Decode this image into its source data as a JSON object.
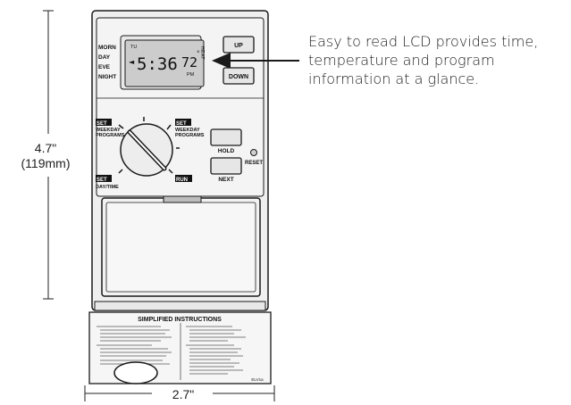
{
  "callout": {
    "line1": "Easy to read LCD provides time,",
    "line2": "temperature and program",
    "line3": "information at a glance."
  },
  "dimensions": {
    "height_label": "4.7\"",
    "height_metric": "(119mm)",
    "width_label": "2.7\""
  },
  "lcd": {
    "day_indicator": "TU",
    "time": "5:36",
    "temp": "72",
    "degree": "°",
    "ampm": "PM",
    "mode_vertical": "HEAT",
    "arrow_glyph": "◄"
  },
  "periods": [
    "MORN",
    "DAY",
    "EVE",
    "NIGHT"
  ],
  "buttons": {
    "up": "UP",
    "down": "DOWN",
    "hold": "HOLD",
    "next": "NEXT",
    "reset": "RESET"
  },
  "dial": {
    "set_weekday_left_tag": "SET",
    "set_weekday_left_l1": "WEEKDAY",
    "set_weekday_left_l2": "PROGRAMS",
    "set_weekday_right_tag": "SET",
    "set_weekday_right_l1": "WEEKDAY",
    "set_weekday_right_l2": "PROGRAMS",
    "set_daytime_tag": "SET",
    "set_daytime_l1": "DAY/TIME",
    "run_tag": "RUN"
  },
  "instructions": {
    "title": "SIMPLIFIED INSTRUCTIONS",
    "model": "ELV1a"
  },
  "colors": {
    "body_fill": "#efefef",
    "outline": "#1a1a1a",
    "lcd_fill": "#cccccc",
    "tag_fill": "#111111"
  }
}
